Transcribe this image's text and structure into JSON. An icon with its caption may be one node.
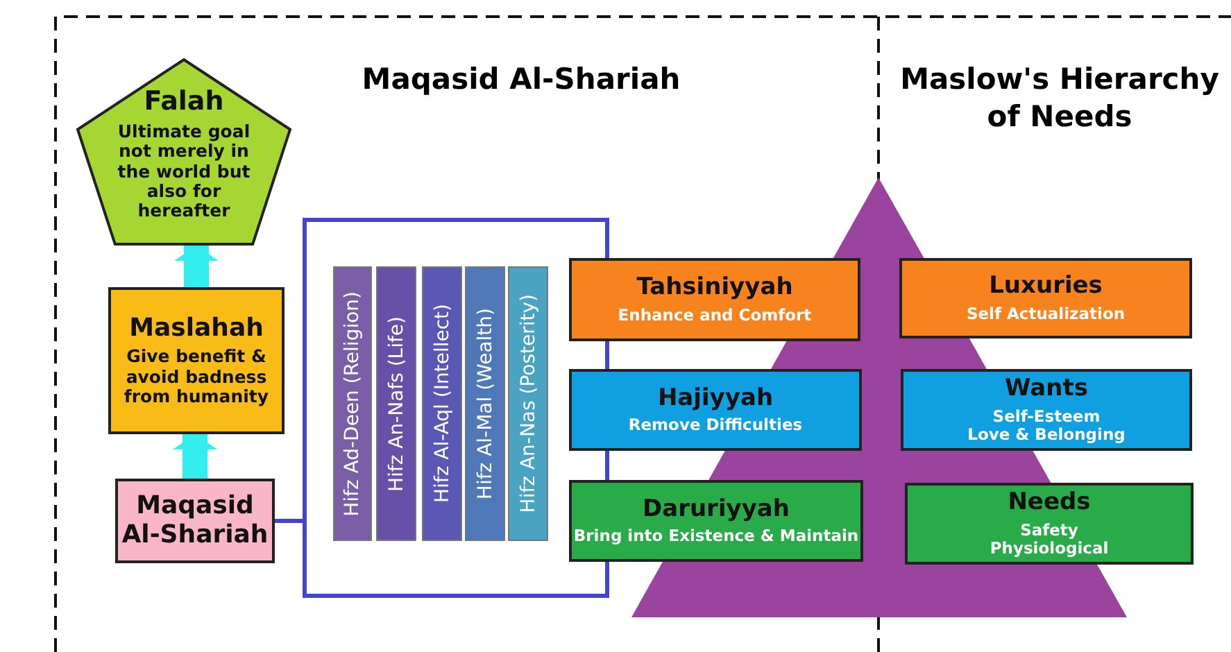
{
  "diagram": {
    "nodes": [
      {
        "text": [
          "Falah",
          "Ultimate goal not merely in the world but also for hereafter"
        ]
      },
      {
        "text": [
          "Maslahah",
          "Give benefit & avoid badness from humanity"
        ]
      },
      {
        "text": [
          "Maqasid Al-Shariah"
        ]
      },
      {
        "text": [],
        "shape": "box"
      },
      {
        "text": [
          "Hifz Ad-Deen (Religion)"
        ],
        "in": 3
      },
      {
        "text": [
          "Hifz An-Nafs (Life)"
        ],
        "in": 3
      },
      {
        "text": [
          "Hifz Al-Aql (Intellect)"
        ],
        "in": 3
      },
      {
        "text": [
          "Hifz Al-Mal (Wealth)"
        ],
        "in": 3
      },
      {
        "text": [
          "Hifz An-Nas (Posterity)"
        ],
        "in": 3
      },
      {
        "text": [
          "Tahsiniyyah",
          "Enhance and Comfort"
        ]
      },
      {
        "text": [
          "Hajiyyah",
          "Remove Difficulties"
        ]
      },
      {
        "text": [
          "Daruriyyah",
          "Bring into Existence & Maintain"
        ]
      },
      {
        "text": [
          "Luxuries",
          "Self Actualization"
        ]
      },
      {
        "text": [
          "Wants",
          "Self-Esteem",
          "Love & Belonging"
        ]
      },
      {
        "text": [
          "Needs",
          "Safety",
          "Physiological"
        ]
      }
    ],
    "edges": [
      {
        "from": 1,
        "to": 0,
        "arrow": "to",
        "color": "#33eeee"
      },
      {
        "from": 2,
        "to": 1,
        "arrow": "to",
        "color": "#33eeee"
      },
      {
        "from": 2,
        "to": 3,
        "arrow": "none",
        "color": "#4444cc"
      }
    ],
    "labels": [
      "Maqasid Al-Shariah",
      "Maslow's Hierarchy of Needs"
    ]
  }
}
